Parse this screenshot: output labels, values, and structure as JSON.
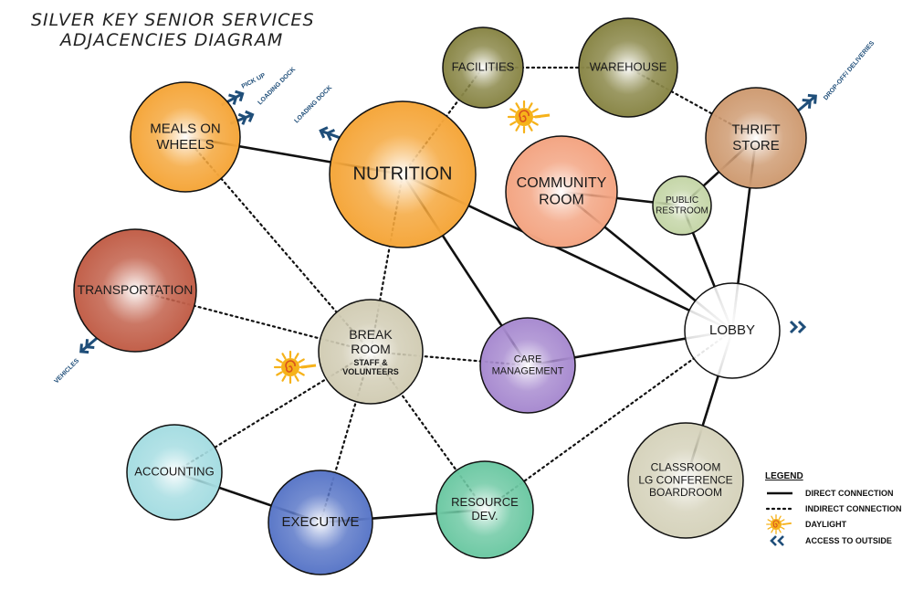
{
  "title": {
    "line1": "SILVER KEY SENIOR SERVICES",
    "line2": "ADJACENCIES DIAGRAM"
  },
  "nodes": [
    {
      "id": "facilities",
      "lines": [
        "FACILITIES"
      ],
      "color": "#8a8748"
    },
    {
      "id": "warehouse",
      "lines": [
        "WAREHOUSE"
      ],
      "color": "#8a8748"
    },
    {
      "id": "meals",
      "lines": [
        "MEALS ON",
        "WHEELS"
      ],
      "color": "#f5a73c"
    },
    {
      "id": "nutrition",
      "lines": [
        "NUTRITION"
      ],
      "color": "#f5a73c"
    },
    {
      "id": "community",
      "lines": [
        "COMMUNITY",
        "ROOM"
      ],
      "color": "#f3a583"
    },
    {
      "id": "thrift",
      "lines": [
        "THRIFT",
        "STORE"
      ],
      "color": "#cf9c73"
    },
    {
      "id": "restroom",
      "lines": [
        "PUBLIC",
        "RESTROOM"
      ],
      "color": "#c5d6a8"
    },
    {
      "id": "transportation",
      "lines": [
        "TRANSPORTATION"
      ],
      "color": "#c2604a"
    },
    {
      "id": "breakroom",
      "lines": [
        "BREAK",
        "ROOM"
      ],
      "sub": [
        "STAFF &",
        "VOLUNTEERS"
      ],
      "color": "#d2cdb5"
    },
    {
      "id": "care",
      "lines": [
        "CARE",
        "MANAGEMENT"
      ],
      "color": "#a88bd0"
    },
    {
      "id": "lobby",
      "lines": [
        "LOBBY"
      ],
      "color": "#ffffff"
    },
    {
      "id": "accounting",
      "lines": [
        "ACCOUNTING"
      ],
      "color": "#a6dde2"
    },
    {
      "id": "executive",
      "lines": [
        "EXECUTIVE"
      ],
      "color": "#5b78c8"
    },
    {
      "id": "resource",
      "lines": [
        "RESOURCE",
        "DEV."
      ],
      "color": "#6ec9a4"
    },
    {
      "id": "classroom",
      "lines": [
        "CLASSROOM",
        "LG CONFERENCE",
        "BOARDROOM"
      ],
      "color": "#d6d3bc"
    }
  ],
  "connections": [
    {
      "from": "meals",
      "to": "nutrition",
      "type": "direct"
    },
    {
      "from": "nutrition",
      "to": "care",
      "type": "direct"
    },
    {
      "from": "nutrition",
      "to": "lobby",
      "type": "direct"
    },
    {
      "from": "community",
      "to": "restroom",
      "type": "direct"
    },
    {
      "from": "community",
      "to": "lobby",
      "type": "direct"
    },
    {
      "from": "restroom",
      "to": "thrift",
      "type": "direct"
    },
    {
      "from": "restroom",
      "to": "lobby",
      "type": "direct"
    },
    {
      "from": "thrift",
      "to": "lobby",
      "type": "direct"
    },
    {
      "from": "care",
      "to": "lobby",
      "type": "direct"
    },
    {
      "from": "lobby",
      "to": "classroom",
      "type": "direct"
    },
    {
      "from": "accounting",
      "to": "executive",
      "type": "direct"
    },
    {
      "from": "executive",
      "to": "resource",
      "type": "direct"
    },
    {
      "from": "facilities",
      "to": "warehouse",
      "type": "indirect"
    },
    {
      "from": "facilities",
      "to": "nutrition",
      "type": "indirect"
    },
    {
      "from": "warehouse",
      "to": "thrift",
      "type": "indirect"
    },
    {
      "from": "meals",
      "to": "breakroom",
      "type": "indirect"
    },
    {
      "from": "nutrition",
      "to": "breakroom",
      "type": "indirect"
    },
    {
      "from": "transportation",
      "to": "breakroom",
      "type": "indirect"
    },
    {
      "from": "breakroom",
      "to": "care",
      "type": "indirect"
    },
    {
      "from": "breakroom",
      "to": "accounting",
      "type": "indirect"
    },
    {
      "from": "breakroom",
      "to": "executive",
      "type": "indirect"
    },
    {
      "from": "breakroom",
      "to": "resource",
      "type": "indirect"
    },
    {
      "from": "resource",
      "to": "lobby",
      "type": "indirect"
    }
  ],
  "access_labels": {
    "pickup": "PICK UP",
    "loading_dock_meals": "LOADING DOCK",
    "loading_dock_nutrition": "LOADING DOCK",
    "dropoff": "DROP-OFF/ DELIVERIES",
    "vehicles": "VEHICLES"
  },
  "legend": {
    "title": "LEGEND",
    "direct": "DIRECT CONNECTION",
    "indirect": "INDIRECT CONNECTION",
    "daylight": "DAYLIGHT",
    "access": "ACCESS TO OUTSIDE"
  },
  "colors": {
    "arrow": "#1f4e79",
    "sun": "#f6b21a",
    "sun_spiral": "#d9531e"
  }
}
